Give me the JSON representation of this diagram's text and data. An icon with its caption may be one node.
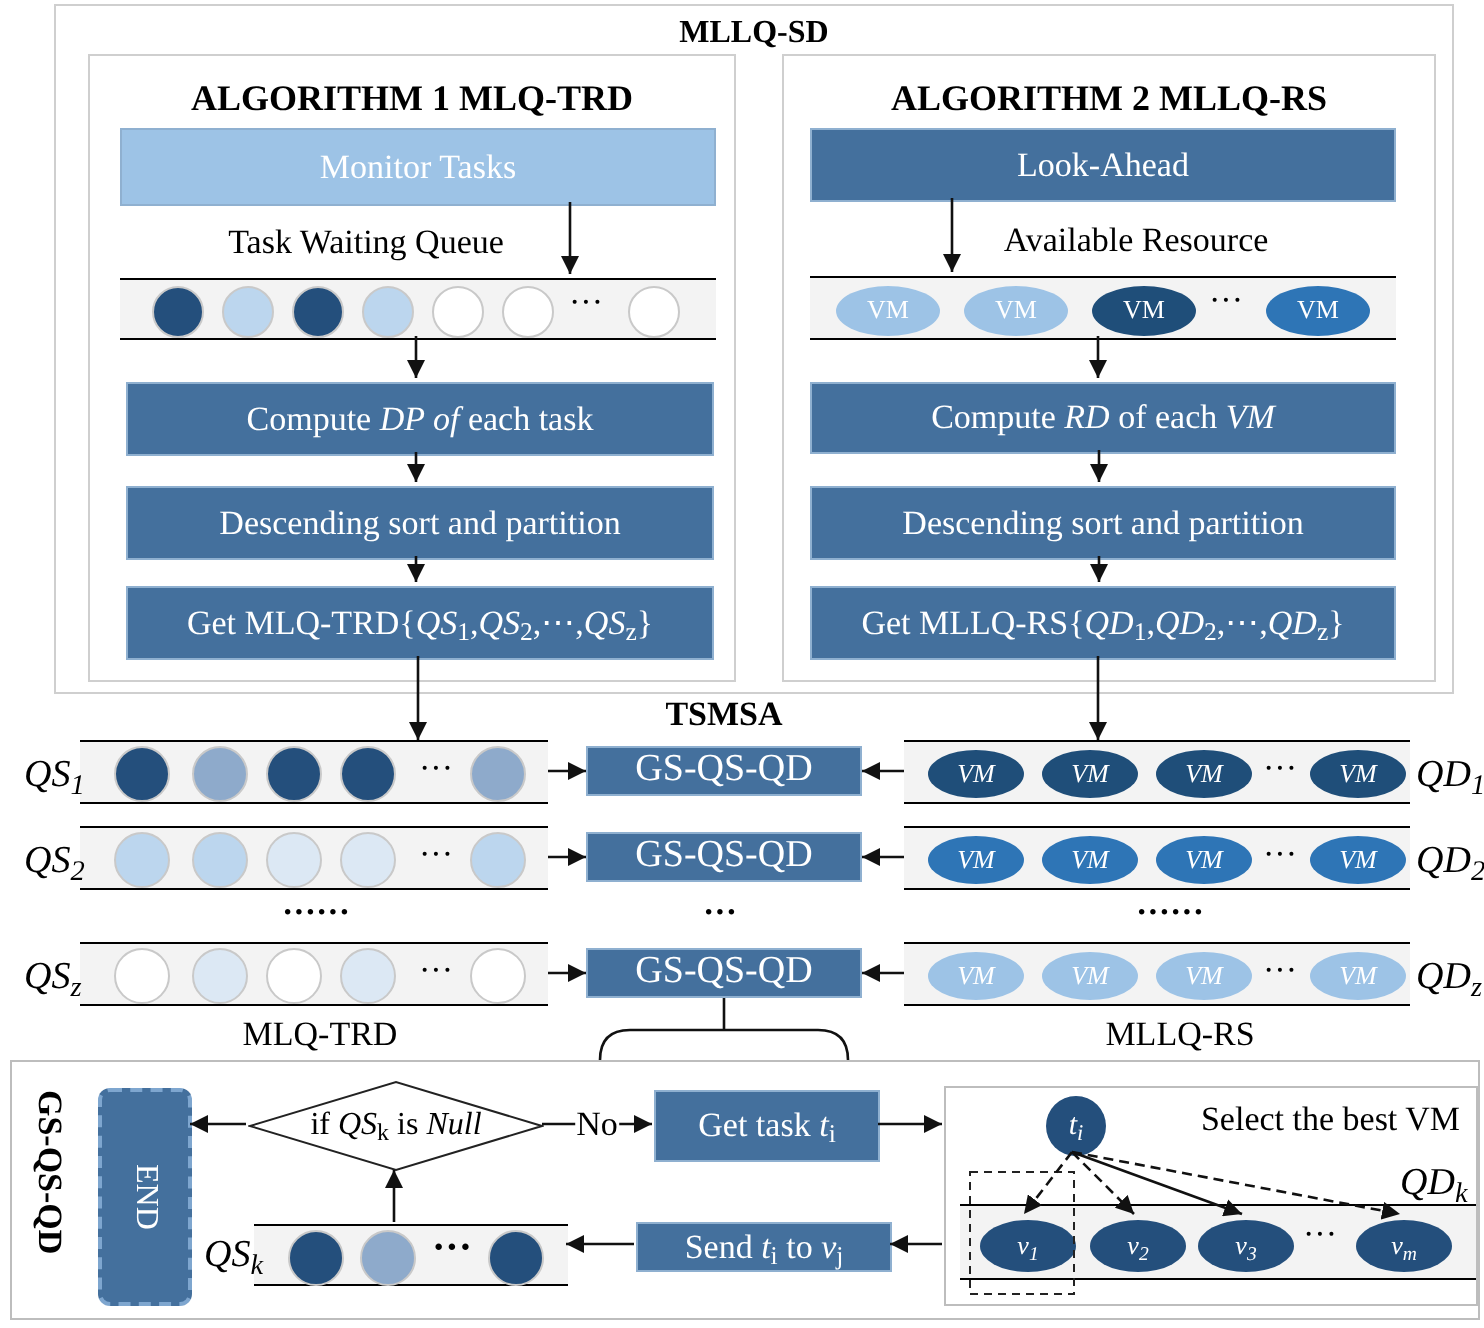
{
  "diagram": {
    "nodes": [
      {
        "text": [
          "MLLQ-SD"
        ]
      },
      {
        "text": [
          "ALGORITHM 1 MLQ-TRD"
        ],
        "in": 0
      },
      {
        "text": [
          "Monitor Tasks"
        ],
        "in": 1
      },
      {
        "text": [],
        "shape": "bar",
        "in": 1
      },
      {
        "text": [],
        "shape": "circle",
        "in": 3
      },
      {
        "text": [],
        "shape": "circle",
        "in": 3
      },
      {
        "text": [],
        "shape": "circle",
        "in": 3
      },
      {
        "text": [],
        "shape": "circle",
        "in": 3
      },
      {
        "text": [],
        "shape": "circle",
        "in": 3
      },
      {
        "text": [],
        "shape": "circle",
        "in": 3
      },
      {
        "text": [],
        "shape": "circle",
        "in": 3
      },
      {
        "text": [
          "Compute *DP of* each task"
        ],
        "in": 1
      },
      {
        "text": [
          "Descending sort and partition"
        ],
        "in": 1
      },
      {
        "text": [
          "Get MLQ-TRD{*QS*$_{1}$,*QS*$_{2}$,⋯,*QS*$_{z}$}"
        ],
        "in": 1
      },
      {
        "text": [
          "ALGORITHM 2 MLLQ-RS"
        ],
        "in": 0
      },
      {
        "text": [
          "Look-Ahead"
        ],
        "in": 14
      },
      {
        "text": [],
        "shape": "bar",
        "in": 14
      },
      {
        "text": [
          "VM"
        ],
        "in": 16
      },
      {
        "text": [
          "VM"
        ],
        "in": 16
      },
      {
        "text": [
          "VM"
        ],
        "in": 16
      },
      {
        "text": [
          "VM"
        ],
        "in": 16
      },
      {
        "text": [
          "Compute *RD* of each *VM*"
        ],
        "in": 14
      },
      {
        "text": [
          "Descending sort and partition"
        ],
        "in": 14
      },
      {
        "text": [
          "Get MLLQ-RS{*QD*$_{1}$,*QD*$_{2}$,⋯,*QD*$_{z}$}"
        ],
        "in": 14
      },
      {
        "text": [],
        "shape": "bar",
        "beside": [
          "QS$_{1}$"
        ]
      },
      {
        "text": [],
        "shape": "circle",
        "in": 24
      },
      {
        "text": [],
        "shape": "circle",
        "in": 24
      },
      {
        "text": [],
        "shape": "circle",
        "in": 24
      },
      {
        "text": [],
        "shape": "circle",
        "in": 24
      },
      {
        "text": [],
        "shape": "circle",
        "in": 24
      },
      {
        "text": [
          "GS-QS-QD"
        ]
      },
      {
        "text": [],
        "shape": "bar",
        "beside": [
          "QD$_{1}$"
        ]
      },
      {
        "text": [
          "VM"
        ],
        "in": 31
      },
      {
        "text": [
          "VM"
        ],
        "in": 31
      },
      {
        "text": [
          "VM"
        ],
        "in": 31
      },
      {
        "text": [
          "VM"
        ],
        "in": 31
      },
      {
        "text": [],
        "shape": "bar",
        "beside": [
          "QS$_{2}$"
        ]
      },
      {
        "text": [],
        "shape": "circle",
        "in": 36
      },
      {
        "text": [],
        "shape": "circle",
        "in": 36
      },
      {
        "text": [],
        "shape": "circle",
        "in": 36
      },
      {
        "text": [],
        "shape": "circle",
        "in": 36
      },
      {
        "text": [],
        "shape": "circle",
        "in": 36
      },
      {
        "text": [
          "GS-QS-QD"
        ]
      },
      {
        "text": [],
        "shape": "bar",
        "beside": [
          "QD$_{2}$"
        ]
      },
      {
        "text": [
          "VM"
        ],
        "in": 43
      },
      {
        "text": [
          "VM"
        ],
        "in": 43
      },
      {
        "text": [
          "VM"
        ],
        "in": 43
      },
      {
        "text": [
          "VM"
        ],
        "in": 43
      },
      {
        "text": [],
        "shape": "bar",
        "beside": [
          "QS$_{z}$"
        ]
      },
      {
        "text": [],
        "shape": "circle",
        "in": 48
      },
      {
        "text": [],
        "shape": "circle",
        "in": 48
      },
      {
        "text": [],
        "shape": "circle",
        "in": 48
      },
      {
        "text": [],
        "shape": "circle",
        "in": 48
      },
      {
        "text": [],
        "shape": "circle",
        "in": 48
      },
      {
        "text": [
          "GS-QS-QD"
        ]
      },
      {
        "text": [],
        "shape": "bar",
        "beside": [
          "QD$_{z}$"
        ]
      },
      {
        "text": [
          "VM"
        ],
        "in": 55
      },
      {
        "text": [
          "VM"
        ],
        "in": 55
      },
      {
        "text": [
          "VM"
        ],
        "in": 55
      },
      {
        "text": [
          "VM"
        ],
        "in": 55
      },
      {
        "text": [
          "GS-QS-QD"
        ]
      },
      {
        "text": [
          "END"
        ],
        "in": 60
      },
      {
        "text": [
          "if *QS*$_{k}$ is *Null*"
        ],
        "in": 60
      },
      {
        "text": [
          "Get task *t*$_{i}$"
        ],
        "in": 60
      },
      {
        "text": [
          "Select the best VM"
        ],
        "in": 60
      },
      {
        "text": [
          "t$_{i}$"
        ],
        "in": 64
      },
      {
        "text": [],
        "shape": "bar",
        "in": 64,
        "beside": [
          "QD$_{k}$"
        ]
      },
      {
        "text": [
          "v$_{1}$"
        ],
        "in": 66
      },
      {
        "text": [
          "v$_{2}$"
        ],
        "in": 66
      },
      {
        "text": [
          "v$_{3}$"
        ],
        "in": 66
      },
      {
        "text": [
          "v$_{m}$"
        ],
        "in": 66
      },
      {
        "text": [
          "Send *t*$_{i}$ to *v*$_{j}$"
        ],
        "in": 60
      },
      {
        "text": [],
        "shape": "bar",
        "in": 60,
        "beside": [
          "QS$_{k}$"
        ]
      },
      {
        "text": [],
        "shape": "circle",
        "in": 72
      },
      {
        "text": [],
        "shape": "circle",
        "in": 72
      },
      {
        "text": [],
        "shape": "circle",
        "in": 72
      }
    ],
    "edges": [
      {
        "from": 2,
        "to": 3,
        "arrow": "to"
      },
      {
        "from": 3,
        "to": 11,
        "arrow": "to"
      },
      {
        "from": 11,
        "to": 12,
        "arrow": "to"
      },
      {
        "from": 12,
        "to": 13,
        "arrow": "to"
      },
      {
        "from": 15,
        "to": 16,
        "arrow": "to"
      },
      {
        "from": 16,
        "to": 21,
        "arrow": "to"
      },
      {
        "from": 21,
        "to": 22,
        "arrow": "to"
      },
      {
        "from": 22,
        "to": 23,
        "arrow": "to"
      },
      {
        "from": 13,
        "to": 24,
        "arrow": "to"
      },
      {
        "from": 23,
        "to": 31,
        "arrow": "to"
      },
      {
        "from": 24,
        "to": 30,
        "arrow": "to"
      },
      {
        "from": 31,
        "to": 30,
        "arrow": "to"
      },
      {
        "from": 36,
        "to": 42,
        "arrow": "to"
      },
      {
        "from": 43,
        "to": 42,
        "arrow": "to"
      },
      {
        "from": 48,
        "to": 54,
        "arrow": "to"
      },
      {
        "from": 55,
        "to": 54,
        "arrow": "to"
      },
      {
        "from": 54,
        "to": 60,
        "arrow": "none"
      },
      {
        "from": 62,
        "to": 61,
        "arrow": "to"
      },
      {
        "from": 62,
        "to": 63,
        "arrow": "to",
        "label": "No"
      },
      {
        "from": 63,
        "to": 64,
        "arrow": "to"
      },
      {
        "from": 65,
        "to": 67,
        "arrow": "to",
        "style": "dashed"
      },
      {
        "from": 65,
        "to": 68,
        "arrow": "to",
        "style": "dashed"
      },
      {
        "from": 65,
        "to": 69,
        "arrow": "to"
      },
      {
        "from": 65,
        "to": 70,
        "arrow": "to",
        "style": "dashed"
      },
      {
        "from": 64,
        "to": 71,
        "arrow": "to"
      },
      {
        "from": 71,
        "to": 72,
        "arrow": "to"
      },
      {
        "from": 72,
        "to": 62,
        "arrow": "to"
      }
    ],
    "labels": [
      "Task Waiting Queue",
      "Available Resource",
      "···",
      "···",
      "TSMSA",
      "···",
      "···",
      "···",
      "···",
      "······",
      "···",
      "······",
      "···",
      "···",
      "MLQ-TRD",
      "MLLQ-RS",
      "···",
      "···"
    ]
  }
}
